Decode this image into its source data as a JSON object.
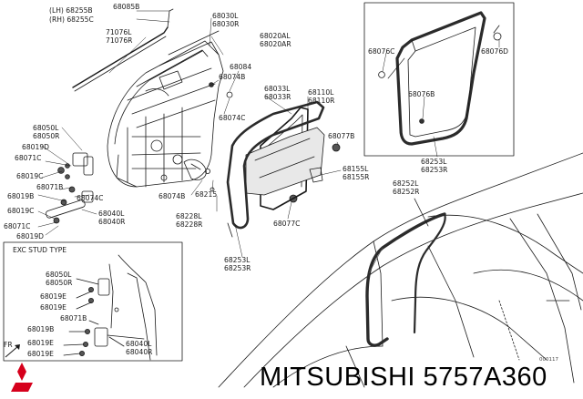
{
  "labels": {
    "lh_68255b": "(LH) 68255B",
    "rh_68255c": "(RH) 68255C",
    "p68085b": "68085B",
    "p71076": [
      "71076L",
      "71076R"
    ],
    "p68030": [
      "68030L",
      "68030R"
    ],
    "p68020": [
      "68020AL",
      "68020AR"
    ],
    "p68084": "68084",
    "p68074b_top": "68074B",
    "p68074c_mid": "68074C",
    "p68033": [
      "68033L",
      "68033R"
    ],
    "p68110": [
      "68110L",
      "68110R"
    ],
    "p68050_a": [
      "68050L",
      "68050R"
    ],
    "p68019d_a": "68019D",
    "p68071c": "68071C",
    "p68019c_a": "68019C",
    "p68071b_a": "68071B",
    "p68019b_a": "68019B",
    "p68074c_low": "68074C",
    "p68019c_b": "68019C",
    "p68040_a": [
      "68040L",
      "68040R"
    ],
    "p68071c_b": "68071C",
    "p68019d_b": "68019D",
    "p68074b_low": "68074B",
    "p68215": "68215",
    "p68228": [
      "68228L",
      "68228R"
    ],
    "p68077c": "68077C",
    "p68253_low": [
      "68253L",
      "68253R"
    ],
    "p68077b": "68077B",
    "p68155": [
      "68155L",
      "68155R"
    ],
    "p68076c": "68076C",
    "p68076d": "68076D",
    "p68076b": "68076B",
    "p68253_inset": [
      "68253L",
      "68253R"
    ],
    "p68252": [
      "68252L",
      "68252R"
    ],
    "exc_heading": "EXC STUD TYPE",
    "e68050": [
      "68050L",
      "68050R"
    ],
    "e68019e_1": "68019E",
    "e68019e_2": "68019E",
    "e68071b": "68071B",
    "e68019b": "68019B",
    "e68019e_3": "68019E",
    "e68019e_4": "68019E",
    "e68040": [
      "68040L",
      "68040R"
    ]
  },
  "fr_marker": "FR",
  "drawing_code": "000117",
  "brand_text": "MITSUBISHI 5757A360",
  "colors": {
    "line": "#1a1a1a",
    "brand_red": "#d6001c",
    "seal_fill": "#2b2b2b",
    "glass": "#e8e8e8"
  },
  "icons": {
    "logo": "three-diamonds-logo",
    "front_arrow": "front-arrow-icon"
  }
}
